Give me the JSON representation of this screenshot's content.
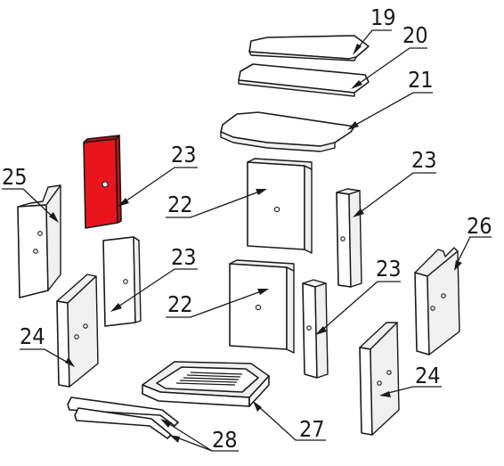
{
  "labels": {
    "p19": "19",
    "p20": "20",
    "p21": "21",
    "p22a": "22",
    "p22b": "22",
    "p23a": "23",
    "p23b": "23",
    "p23c": "23",
    "p23d": "23",
    "p24a": "24",
    "p24b": "24",
    "p25": "25",
    "p26": "26",
    "p27": "27",
    "p28": "28"
  },
  "colors": {
    "highlight": "#e8161c",
    "line": "#1a1a1a",
    "background": "#ffffff"
  }
}
